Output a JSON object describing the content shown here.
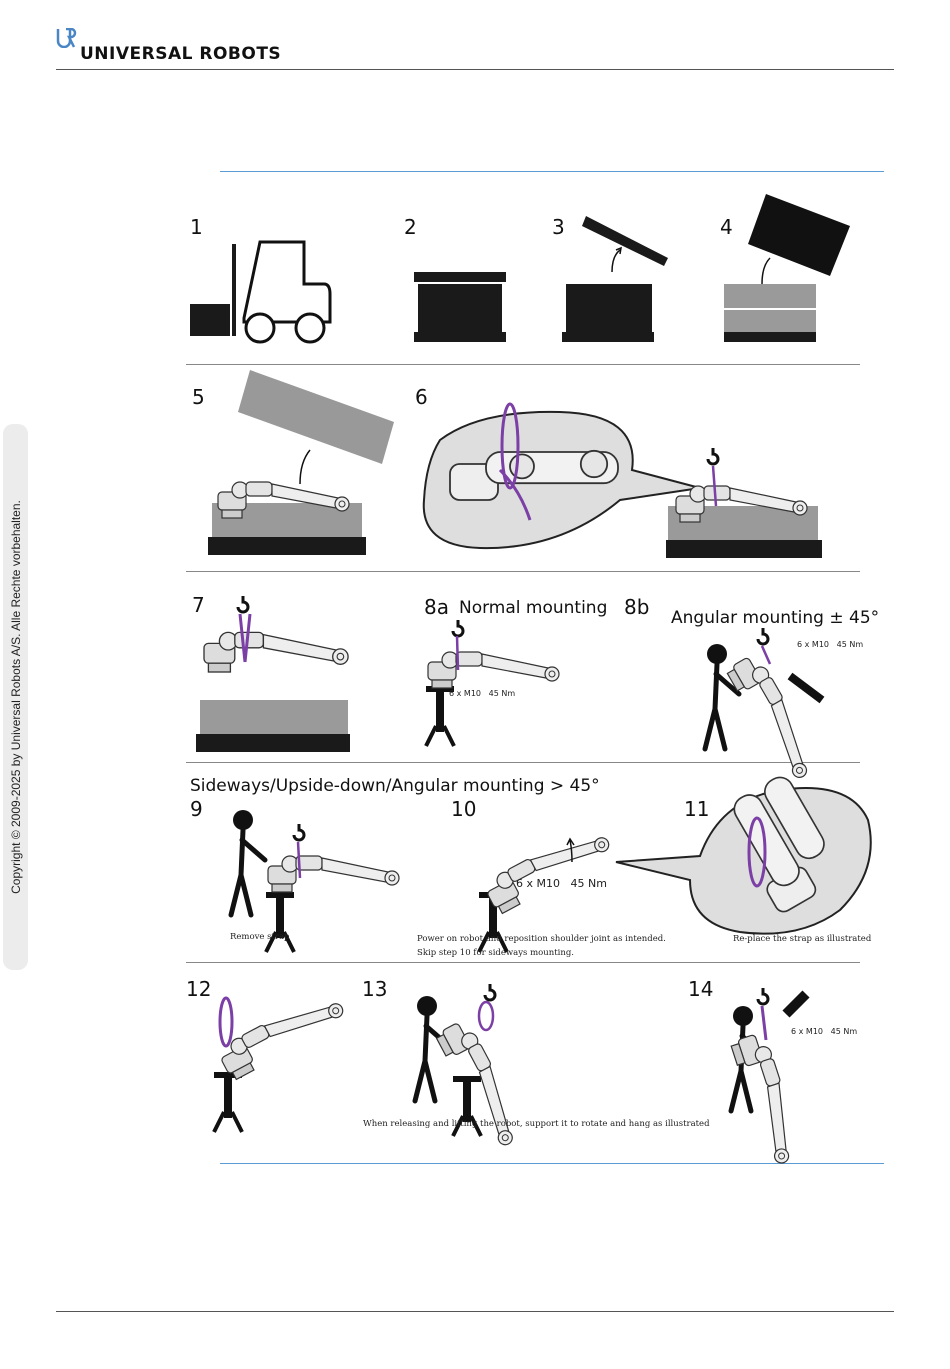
{
  "header": {
    "brand": "UNIVERSAL ROBOTS",
    "logo_icon": "ur-logo-icon"
  },
  "sidebar": {
    "copyright": "Copyright © 2009-2025 by Universal Robots A/S. Alle Rechte vorbehalten."
  },
  "steps": {
    "s1": "1",
    "s2": "2",
    "s3": "3",
    "s4": "4",
    "s5": "5",
    "s6": "6",
    "s7": "7",
    "s8a": "8a",
    "s8b": "8b",
    "s9": "9",
    "s10": "10",
    "s11": "11",
    "s12": "12",
    "s13": "13",
    "s14": "14"
  },
  "captions": {
    "normal_mounting": "Normal mounting",
    "angular_mounting": "Angular mounting ± 45°",
    "sideways": "Sideways/Upside-down/Angular mounting > 45°",
    "remove_strap": "Remove strap",
    "power_on": "Power on robot and reposition shoulder joint as intended.",
    "skip_step": "Skip step 10 for sideways mounting.",
    "replace_strap": "Re-place the strap as illustrated",
    "releasing": "When releasing and lifting the robot, support it to rotate and hang as illustrated"
  },
  "specs": {
    "bolts": "6 x M10",
    "torque": "45 Nm"
  },
  "colors": {
    "strap": "#7b3fa6",
    "rule_blue": "#5b9bd5",
    "box_grey": "#9a9a9a",
    "box_black": "#1a1a1a"
  }
}
